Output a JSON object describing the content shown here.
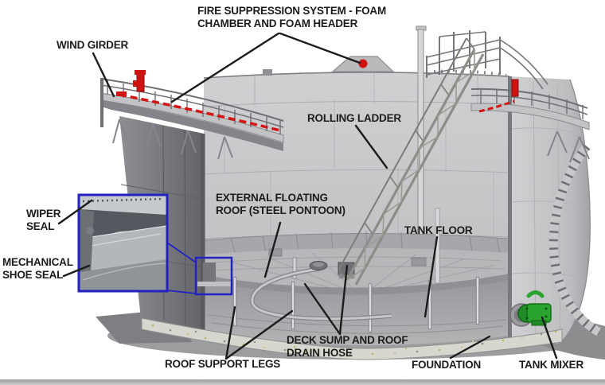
{
  "diagram": {
    "type": "labeled-cutaway-illustration",
    "subject": "external floating roof storage tank",
    "labels": {
      "fire_suppression": {
        "line1": "FIRE SUPPRESSION SYSTEM - FOAM",
        "line2": "CHAMBER AND FOAM HEADER"
      },
      "wind_girder": {
        "line1": "WIND GIRDER"
      },
      "rolling_ladder": {
        "line1": "ROLLING LADDER"
      },
      "external_floating_roof": {
        "line1": "EXTERNAL FLOATING",
        "line2": "ROOF (STEEL PONTOON)"
      },
      "tank_floor": {
        "line1": "TANK FLOOR"
      },
      "wiper_seal": {
        "line1": "WIPER",
        "line2": "SEAL"
      },
      "mechanical_shoe_seal": {
        "line1": "MECHANICAL",
        "line2": "SHOE SEAL"
      },
      "roof_support_legs": {
        "line1": "ROOF SUPPORT LEGS"
      },
      "deck_sump": {
        "line1": "DECK SUMP AND ROOF",
        "line2": "DRAIN HOSE"
      },
      "foundation": {
        "line1": "FOUNDATION"
      },
      "tank_mixer": {
        "line1": "TANK MIXER"
      }
    },
    "colors": {
      "label_text": "#1c1c1c",
      "leader_line": "#1c1c1c",
      "inset_border": "#2222c2",
      "foam_red": "#d01414",
      "mixer_green": "#2ba32f",
      "tank_light_gray": "#c9cacc",
      "tank_dark_gray": "#6c6d71",
      "background": "#ffffff"
    }
  }
}
